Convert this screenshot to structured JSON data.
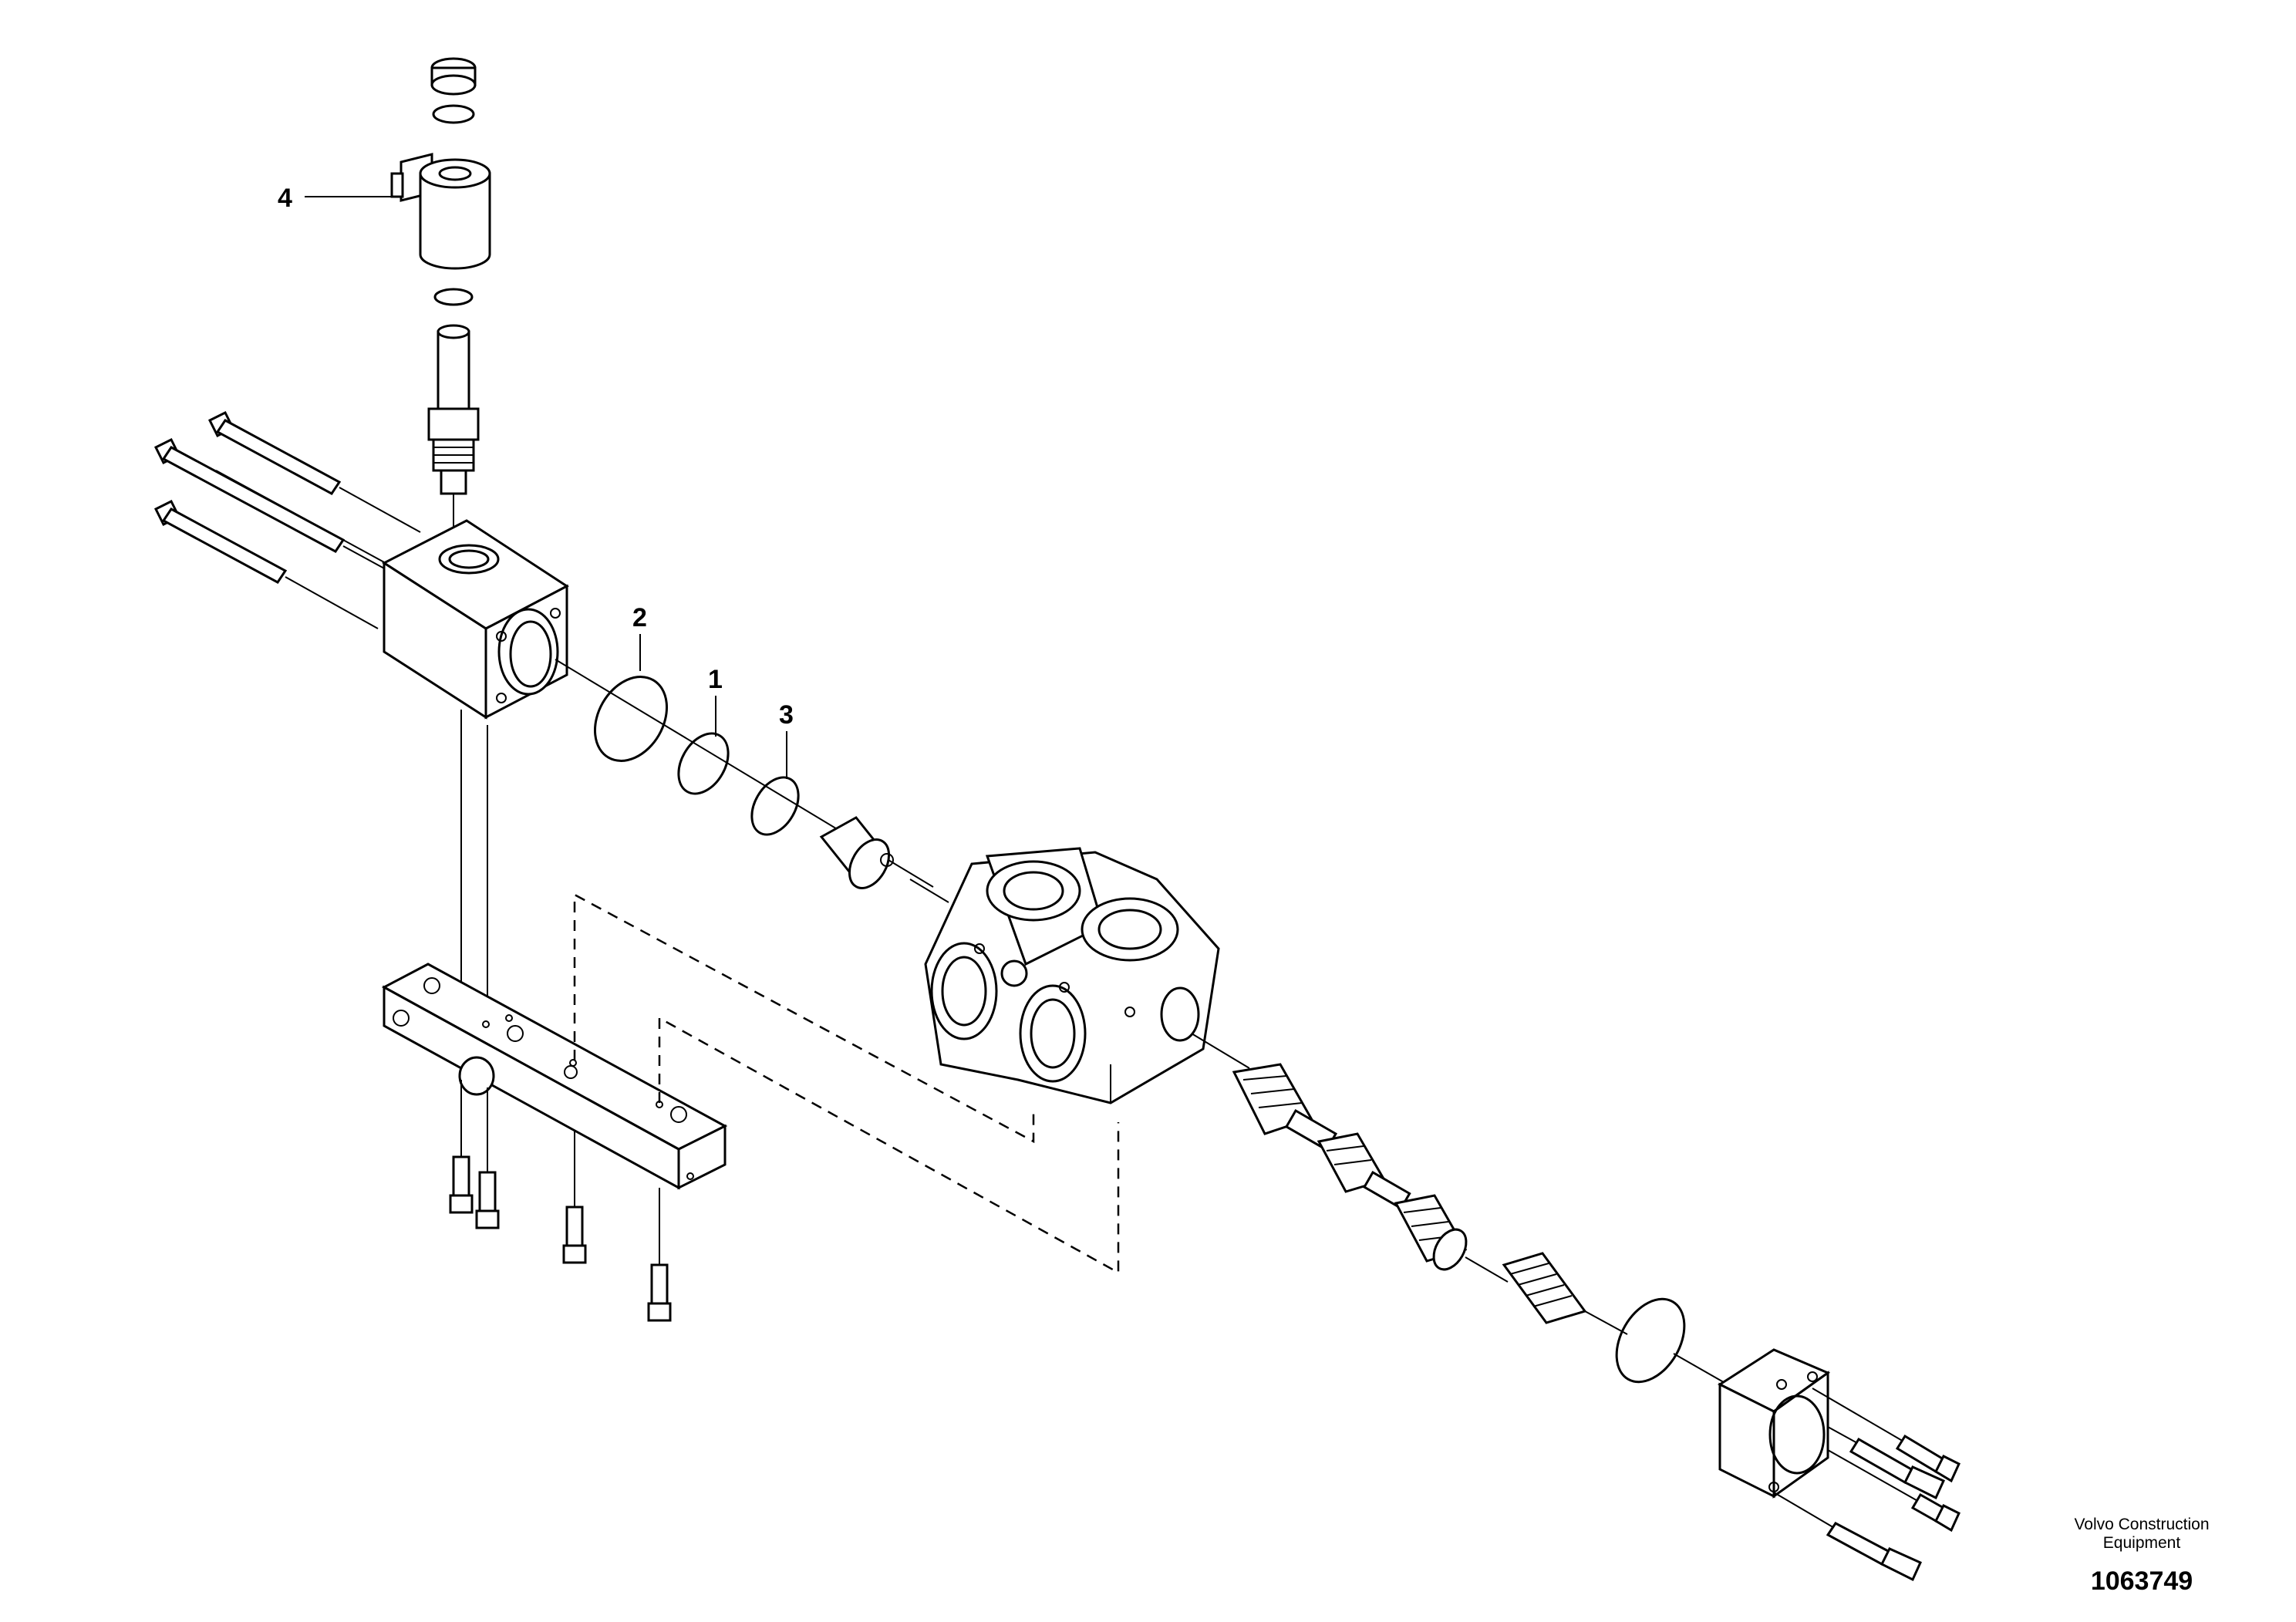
{
  "callouts": [
    {
      "label": "1"
    },
    {
      "label": "2"
    },
    {
      "label": "3"
    },
    {
      "label": "4"
    }
  ],
  "brand": {
    "company_line1": "Volvo Construction",
    "company_line2": "Equipment",
    "drawing_number": "1063749"
  }
}
